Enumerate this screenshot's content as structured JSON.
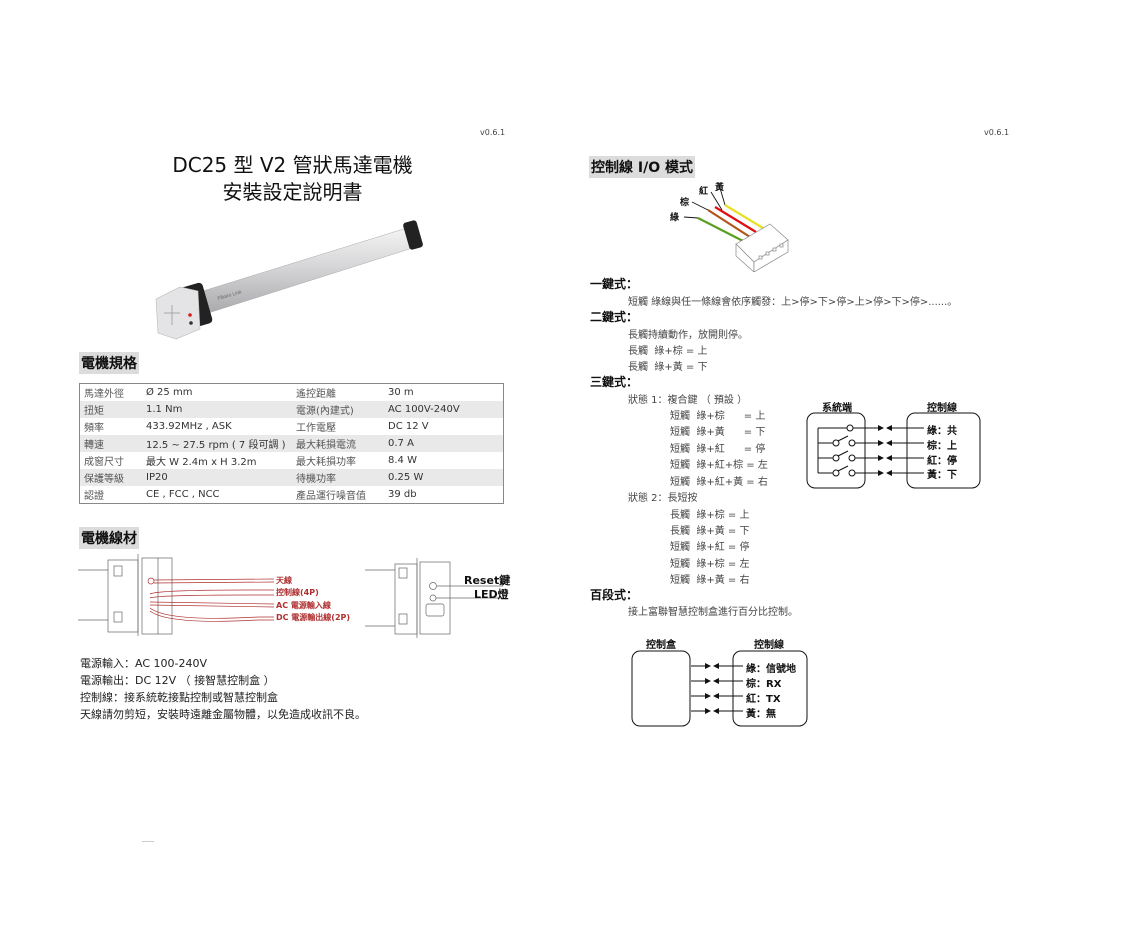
{
  "left_page": {
    "version": "v0.6.1",
    "title_line1": "DC25 型 V2 管狀馬達電機",
    "title_line2": "安裝設定說明書",
    "product_image": {
      "logo_text": "Fibaro Link",
      "tube_color": "#cfcfd2",
      "cap_color": "#222222"
    },
    "specs_heading": "電機規格",
    "specs": [
      {
        "label1": "馬達外徑",
        "value1": "Ø 25 mm",
        "label2": "遙控距離",
        "value2": "30 m"
      },
      {
        "label1": "扭矩",
        "value1": "1.1 Nm",
        "label2": "電源(內建式)",
        "value2": "AC 100V-240V"
      },
      {
        "label1": "頻率",
        "value1": "433.92MHz , ASK",
        "label2": "工作電壓",
        "value2": "DC 12 V"
      },
      {
        "label1": "轉速",
        "value1": "12.5 ~ 27.5 rpm ( 7 段可調 )",
        "label2": "最大耗損電流",
        "value2": "0.7 A"
      },
      {
        "label1": "成窗尺寸",
        "value1": "最大 W 2.4m  x  H 3.2m",
        "label2": "最大耗損功率",
        "value2": "8.4 W"
      },
      {
        "label1": "保護等級",
        "value1": "IP20",
        "label2": "待機功率",
        "value2": "0.25 W"
      },
      {
        "label1": "認證",
        "value1": "CE , FCC , NCC",
        "label2": "產品運行噪音值",
        "value2": "39 db"
      }
    ],
    "wires_heading": "電機線材",
    "wire_labels": [
      "天線",
      "控制線(4P)",
      "AC 電源輸入線",
      "DC 電源輸出線(2P)"
    ],
    "wire_color": "#b03030",
    "end_labels": {
      "reset": "Reset鍵",
      "led": "LED燈"
    },
    "notes": [
      "電源輸入：AC 100-240V",
      "電源輸出：DC 12V （ 接智慧控制盒 ）",
      "控制線：接系統乾接點控制或智慧控制盒",
      "天線請勿剪短，安裝時遠離金屬物體，以免造成收訊不良。"
    ]
  },
  "right_page": {
    "version": "v0.6.1",
    "heading": "控制線 I/O 模式",
    "connector": {
      "wires": [
        {
          "name": "綠",
          "color": "#5aa020"
        },
        {
          "name": "棕",
          "color": "#b0541a"
        },
        {
          "name": "紅",
          "color": "#e01010"
        },
        {
          "name": "黃",
          "color": "#e8e020"
        }
      ]
    },
    "modes": {
      "one_key": {
        "title": "一鍵式：",
        "lines": [
          "短觸 綠線與任一條線會依序觸發：上>停>下>停>上>停>下>停>......。"
        ]
      },
      "two_key": {
        "title": "二鍵式：",
        "lines": [
          "長觸持續動作，放開則停。",
          "長觸  綠+棕 = 上",
          "長觸  綠+黃 = 下"
        ]
      },
      "three_key": {
        "title": "三鍵式：",
        "state1_title": "狀態 1：複合鍵 （ 預設 ）",
        "state1_lines": [
          "短觸  綠+棕      = 上",
          "短觸  綠+黃      = 下",
          "短觸  綠+紅      = 停",
          "短觸  綠+紅+棕 = 左",
          "短觸  綠+紅+黃 = 右"
        ],
        "state2_title": "狀態 2：長短按",
        "state2_lines": [
          "長觸  綠+棕 = 上",
          "長觸  綠+黃 = 下",
          "短觸  綠+紅 = 停",
          "短觸  綠+棕 = 左",
          "短觸  綠+黃 = 右"
        ]
      },
      "percent": {
        "title": "百段式：",
        "lines": [
          "接上富聯智慧控制盒進行百分比控制。"
        ]
      }
    },
    "diagram1": {
      "left_title": "系統端",
      "right_title": "控制線",
      "items": [
        "綠：共",
        "棕：上",
        "紅：停",
        "黃：下"
      ]
    },
    "diagram2": {
      "left_title": "控制盒",
      "right_title": "控制線",
      "items": [
        "綠：信號地",
        "棕：RX",
        "紅：TX",
        "黃：無"
      ]
    }
  }
}
